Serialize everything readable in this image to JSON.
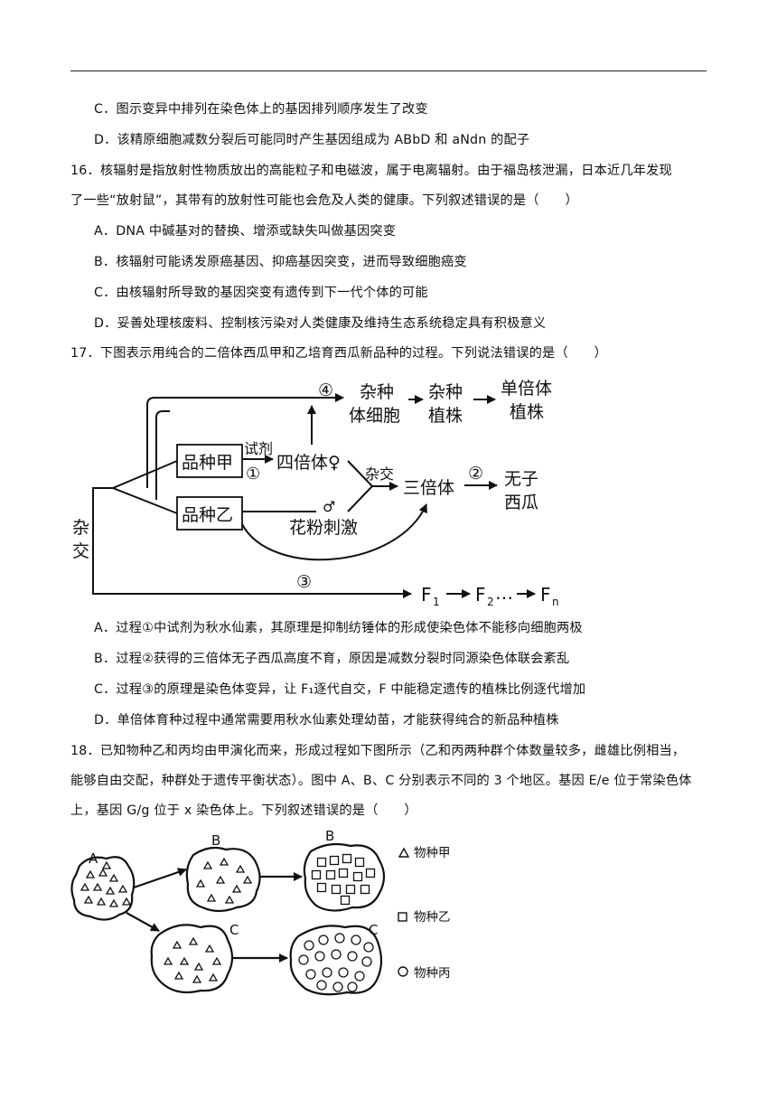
{
  "q15": {
    "C": "C．图示变异中排列在染色体上的基因排列顺序发生了改变",
    "D": "D．该精原细胞减数分裂后可能同时产生基因组成为 ABbD 和 aNdn 的配子"
  },
  "q16": {
    "stem1": "16．核辐射是指放射性物质放出的高能粒子和电磁波，属于电离辐射。由于福岛核泄漏，日本近几年发现",
    "stem2": "了一些“放射鼠”，其带有的放射性可能也会危及人类的健康。下列叙述错误的是（　　）",
    "A": "A．DNA 中碱基对的替换、增添或缺失叫做基因突变",
    "B": "B．核辐射可能诱发原癌基因、抑癌基因突变，进而导致细胞癌变",
    "C": "C．由核辐射所导致的基因突变有遗传到下一代个体的可能",
    "D": "D．妥善处理核废料、控制核污染对人类健康及维持生态系统稳定具有积极意义"
  },
  "q17": {
    "stem": "17．下图表示用纯合的二倍体西瓜甲和乙培育西瓜新品种的过程。下列说法错误的是（　　）",
    "diagram": {
      "circle4": "④",
      "zazhong_cell_1": "杂种",
      "zazhong_cell_2": "体细胞",
      "zazhong_plant_1": "杂种",
      "zazhong_plant_2": "植株",
      "haploid_1": "单倍体",
      "haploid_2": "植株",
      "variety_a": "品种甲",
      "variety_b": "品种乙",
      "reagent": "试剂",
      "circle1": "①",
      "tetraploid": "四倍体♀",
      "cross_label": "杂交",
      "triploid": "三倍体",
      "circle2": "②",
      "seedless_1": "无子",
      "seedless_2": "西瓜",
      "male": "♂",
      "pollen": "花粉刺激",
      "left_cross_1": "杂",
      "left_cross_2": "交",
      "circle3": "③",
      "f1": "F",
      "f1_sub": "1",
      "f2": "F",
      "f2_sub": "2",
      "dots": "…",
      "fn": "F",
      "fn_sub": "n"
    },
    "A": "A．过程①中试剂为秋水仙素，其原理是抑制纺锤体的形成使染色体不能移向细胞两极",
    "B": "B．过程②获得的三倍体无子西瓜高度不育，原因是减数分裂时同源染色体联会紊乱",
    "C": "C．过程③的原理是染色体变异，让 F₁逐代自交，F 中能稳定遗传的植株比例逐代增加",
    "D": "D．单倍体育种过程中通常需要用秋水仙素处理幼苗，才能获得纯合的新品种植株"
  },
  "q18": {
    "stem1": "18．已知物种乙和丙均由甲演化而来，形成过程如下图所示（乙和丙两种群个体数量较多，雌雄比例相当，",
    "stem2": "能够自由交配，种群处于遗传平衡状态）。图中 A、B、C 分别表示不同的 3 个地区。基因 E/e 位于常染色体",
    "stem3": "上，基因 G/g 位于 x 染色体上。下列叙述错误的是（　　）",
    "diagram": {
      "region_a": "A",
      "region_b1": "B",
      "region_b2": "B",
      "region_c1": "C",
      "region_c2": "C",
      "legend_jia": "物种甲",
      "legend_yi": "物种乙",
      "legend_bing": "物种丙"
    }
  }
}
